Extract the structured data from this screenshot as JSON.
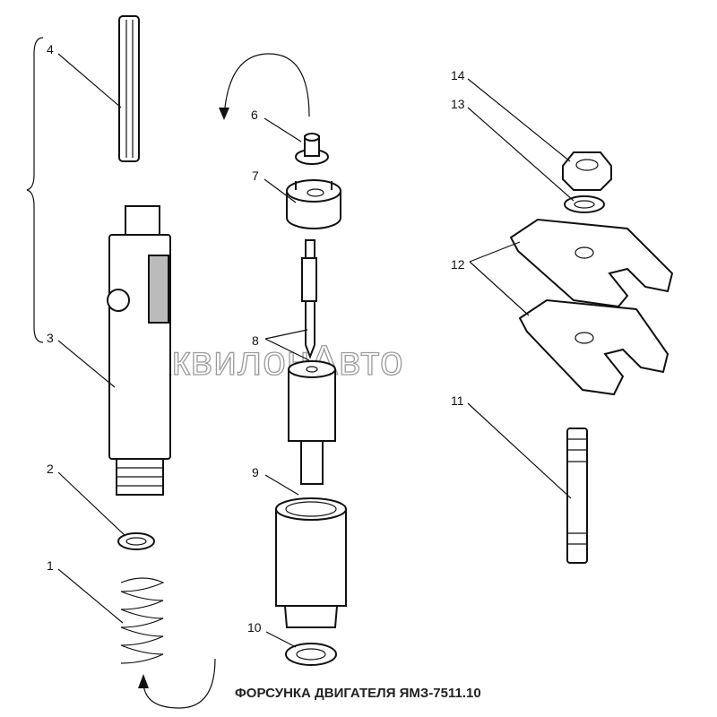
{
  "caption": "ФОРСУНКА ДВИГАТЕЛЯ ЯМЗ-7511.10",
  "watermark": "АквилонАвто",
  "callouts": [
    {
      "id": "1",
      "part": "spring"
    },
    {
      "id": "2",
      "part": "washer"
    },
    {
      "id": "3",
      "part": "injector-body"
    },
    {
      "id": "4",
      "part": "filter-rod"
    },
    {
      "id": "6",
      "part": "stop"
    },
    {
      "id": "7",
      "part": "spacer-nut"
    },
    {
      "id": "8",
      "part": "needle"
    },
    {
      "id": "9",
      "part": "nozzle"
    },
    {
      "id": "10",
      "part": "washer"
    },
    {
      "id": "11",
      "part": "stud"
    },
    {
      "id": "12",
      "part": "clamp-plate"
    },
    {
      "id": "13",
      "part": "washer"
    },
    {
      "id": "14",
      "part": "nut"
    }
  ]
}
